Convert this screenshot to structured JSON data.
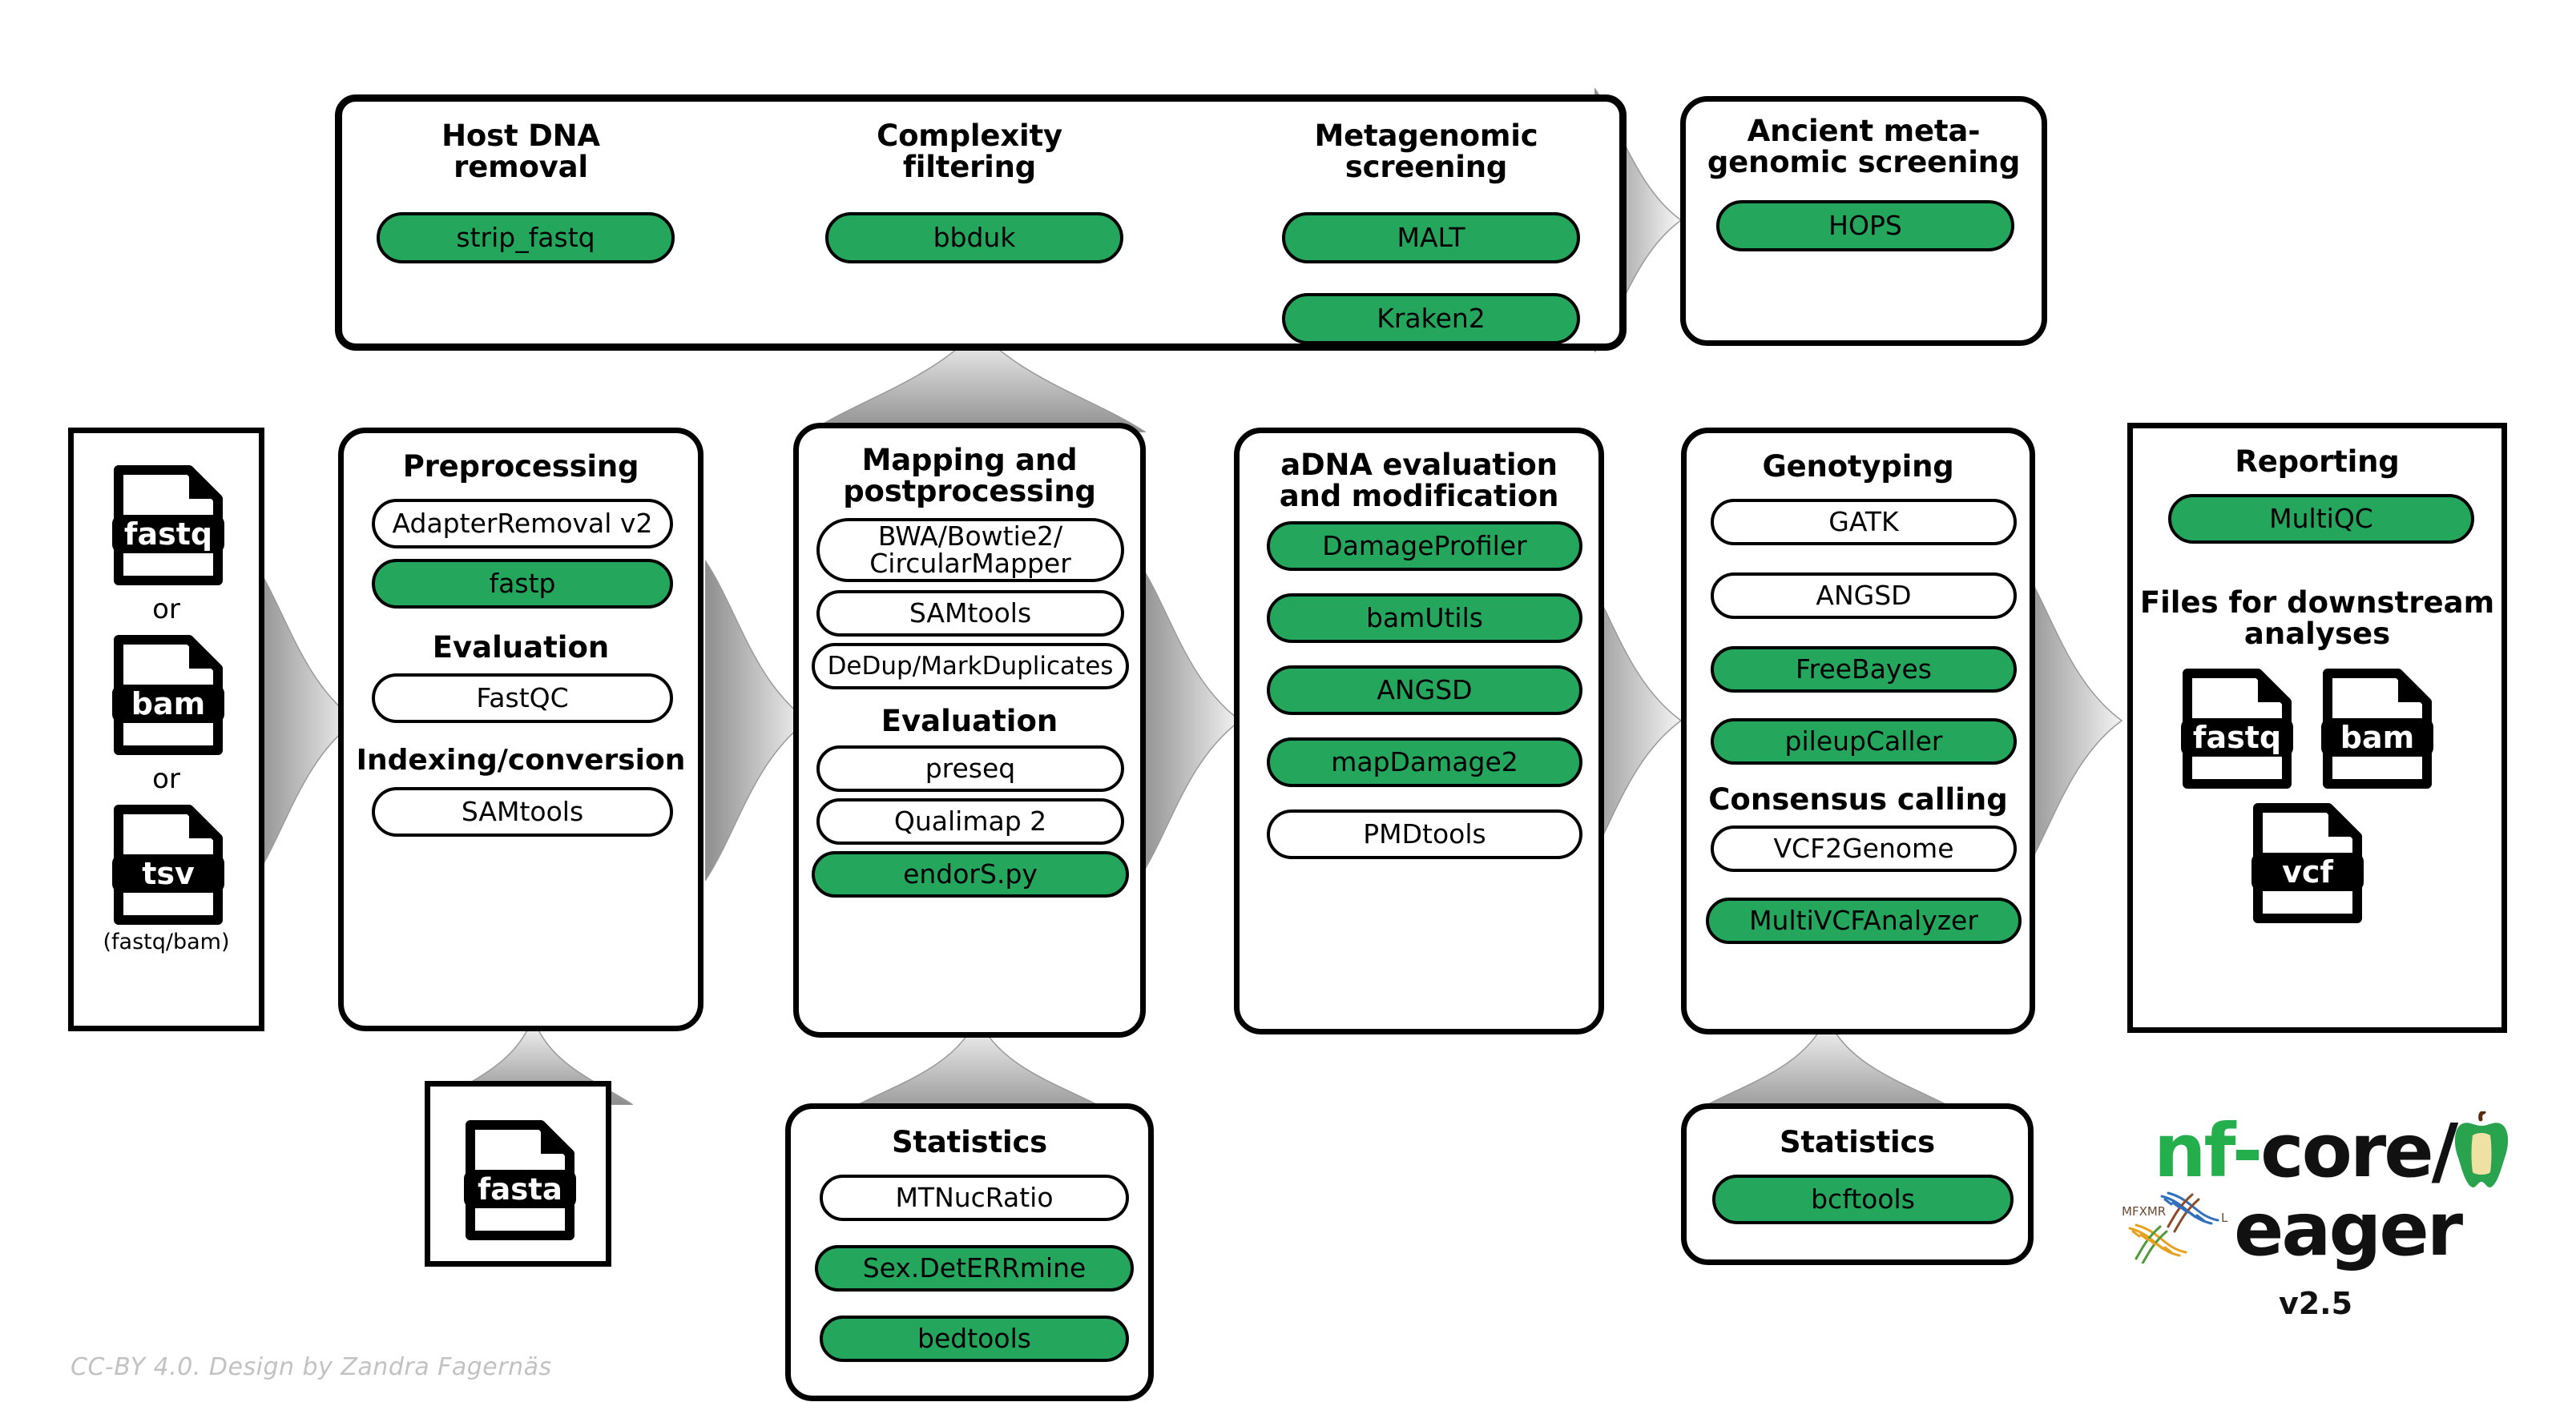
{
  "accent_green": "#24a75c",
  "screening_row": {
    "groups": [
      {
        "title": "Host DNA\nremoval",
        "tools": [
          {
            "label": "strip_fastq",
            "green": true
          }
        ]
      },
      {
        "title": "Complexity\nfiltering",
        "tools": [
          {
            "label": "bbduk",
            "green": true
          }
        ]
      },
      {
        "title": "Metagenomic\nscreening",
        "tools": [
          {
            "label": "MALT",
            "green": true
          },
          {
            "label": "Kraken2",
            "green": true
          }
        ]
      }
    ],
    "ancient": {
      "title": "Ancient meta-\ngenomic screening",
      "tools": [
        {
          "label": "HOPS",
          "green": true
        }
      ]
    }
  },
  "inputs": {
    "files": [
      "fastq",
      "bam",
      "tsv"
    ],
    "or_label": "or",
    "tsv_note": "(fastq/bam)"
  },
  "main_row": {
    "preprocessing": {
      "title": "Preprocessing",
      "tools": [
        {
          "label": "AdapterRemoval v2",
          "green": false
        },
        {
          "label": "fastp",
          "green": true
        }
      ],
      "sections": [
        {
          "heading": "Evaluation",
          "tools": [
            {
              "label": "FastQC",
              "green": false
            }
          ]
        },
        {
          "heading": "Indexing/conversion",
          "tools": [
            {
              "label": "SAMtools",
              "green": false
            }
          ]
        }
      ]
    },
    "mapping": {
      "title": "Mapping and\npostprocessing",
      "tools": [
        {
          "label": "BWA/Bowtie2/\nCircularMapper",
          "green": false
        },
        {
          "label": "SAMtools",
          "green": false
        },
        {
          "label": "DeDup/MarkDuplicates",
          "green": false
        }
      ],
      "sections": [
        {
          "heading": "Evaluation",
          "tools": [
            {
              "label": "preseq",
              "green": false
            },
            {
              "label": "Qualimap 2",
              "green": false
            },
            {
              "label": "endorS.py",
              "green": true
            }
          ]
        }
      ]
    },
    "adna": {
      "title": "aDNA evaluation\nand modification",
      "tools": [
        {
          "label": "DamageProfiler",
          "green": true
        },
        {
          "label": "bamUtils",
          "green": true
        },
        {
          "label": "ANGSD",
          "green": true
        },
        {
          "label": "mapDamage2",
          "green": true
        },
        {
          "label": "PMDtools",
          "green": false
        }
      ]
    },
    "genotyping": {
      "title": "Genotyping",
      "tools": [
        {
          "label": "GATK",
          "green": false
        },
        {
          "label": "ANGSD",
          "green": false
        },
        {
          "label": "FreeBayes",
          "green": true
        },
        {
          "label": "pileupCaller",
          "green": true
        }
      ],
      "sections": [
        {
          "heading": "Consensus calling",
          "tools": [
            {
              "label": "VCF2Genome",
              "green": false
            },
            {
              "label": "MultiVCFAnalyzer",
              "green": true
            }
          ]
        }
      ]
    },
    "reporting": {
      "title": "Reporting",
      "tools": [
        {
          "label": "MultiQC",
          "green": true
        }
      ],
      "downstream_heading": "Files for downstream\nanalyses",
      "files": [
        "fastq",
        "bam",
        "vcf"
      ]
    }
  },
  "bottom_row": {
    "reference": {
      "files": [
        "fasta"
      ]
    },
    "statistics_mapping": {
      "title": "Statistics",
      "tools": [
        {
          "label": "MTNucRatio",
          "green": false
        },
        {
          "label": "Sex.DetERRmine",
          "green": true
        },
        {
          "label": "bedtools",
          "green": true
        }
      ]
    },
    "statistics_genotyping": {
      "title": "Statistics",
      "tools": [
        {
          "label": "bcftools",
          "green": true
        }
      ]
    }
  },
  "logo": {
    "nf": "nf-",
    "core": "core/",
    "eager": "eager",
    "version": "v2.5",
    "apple_color": "#2aa34e",
    "apple_flesh": "#efe0a3"
  },
  "credit": "CC-BY 4.0. Design by Zandra Fagernäs"
}
